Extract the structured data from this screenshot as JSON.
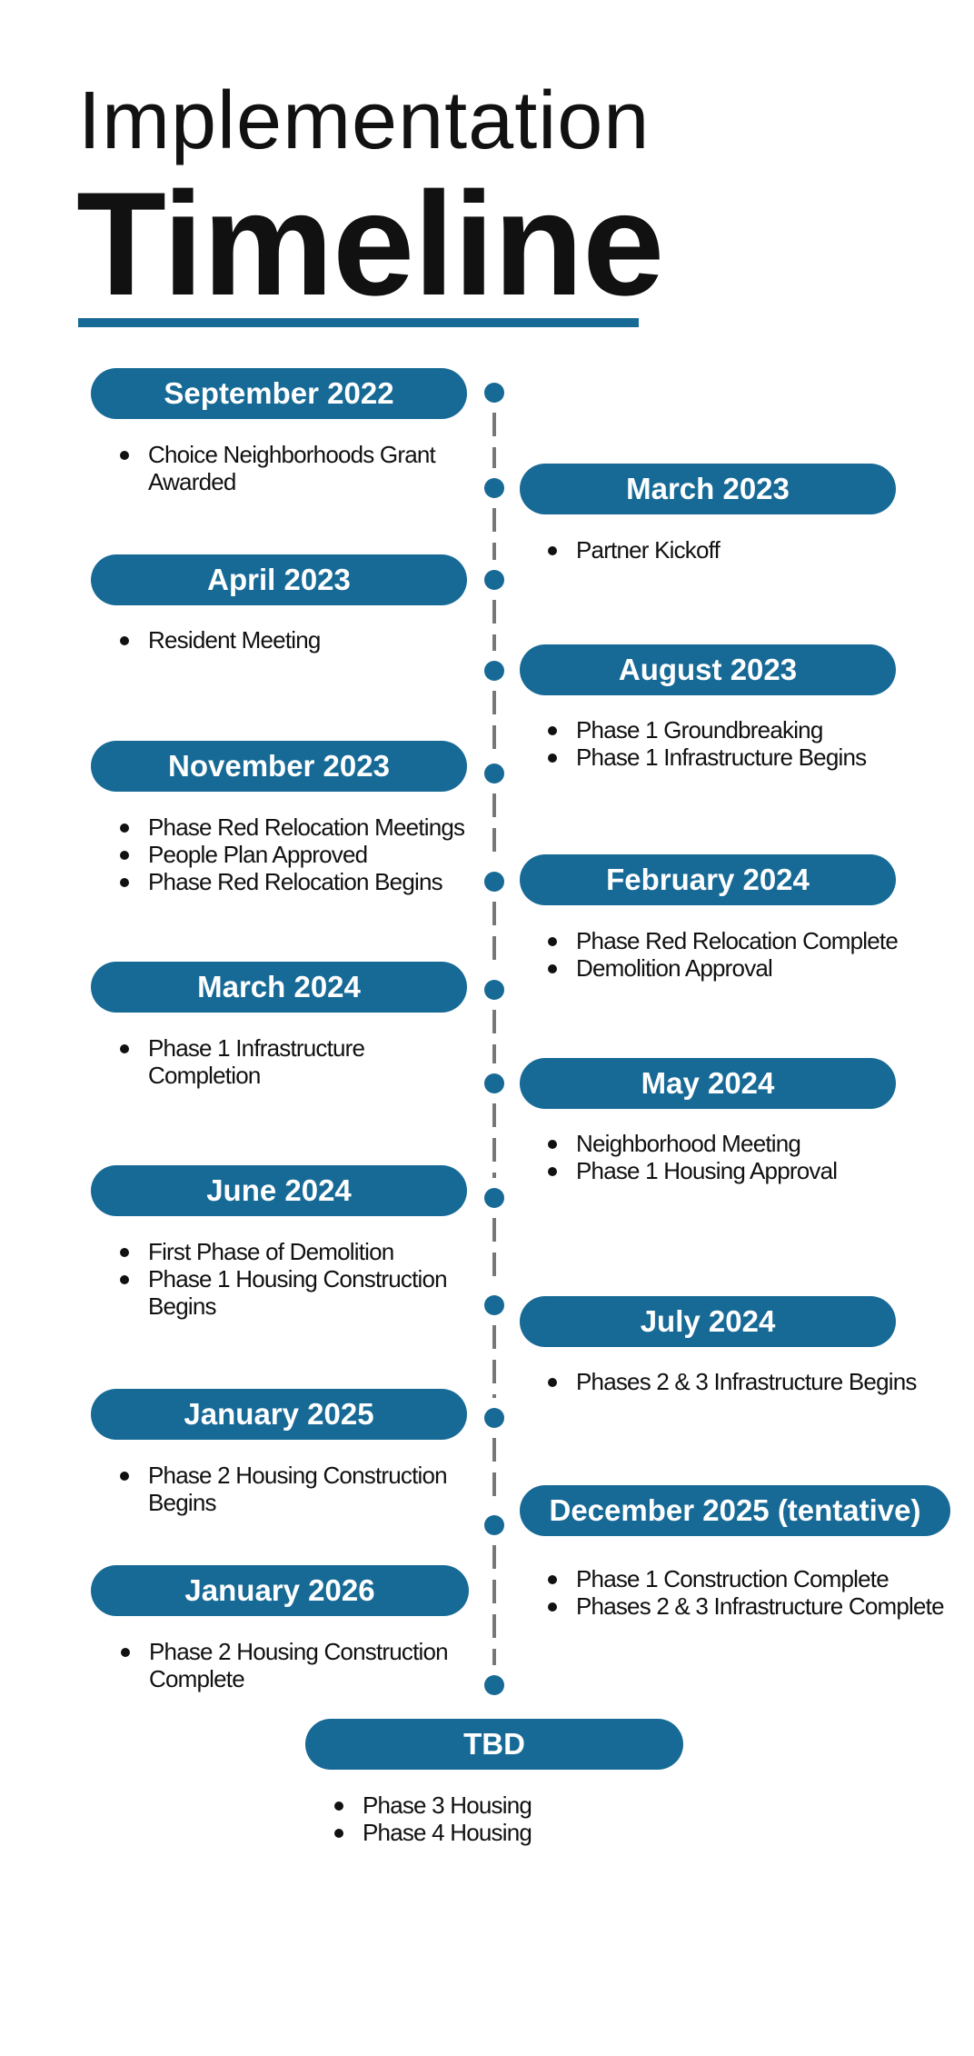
{
  "header": {
    "title_line1": "Implementation",
    "title_line2": "Timeline"
  },
  "colors": {
    "accent": "#176a96",
    "axis": "#777777",
    "text": "#111111"
  },
  "events": [
    {
      "date": "September 2022",
      "side": "left",
      "items": [
        "Choice Neighborhoods Grant Awarded"
      ]
    },
    {
      "date": "March 2023",
      "side": "right",
      "items": [
        "Partner Kickoff"
      ]
    },
    {
      "date": "April 2023",
      "side": "left",
      "items": [
        "Resident Meeting"
      ]
    },
    {
      "date": "August 2023",
      "side": "right",
      "items": [
        "Phase 1 Groundbreaking",
        "Phase 1 Infrastructure Begins"
      ]
    },
    {
      "date": "November 2023",
      "side": "left",
      "items": [
        "Phase Red Relocation Meetings",
        "People Plan Approved",
        "Phase Red Relocation Begins"
      ]
    },
    {
      "date": "February 2024",
      "side": "right",
      "items": [
        "Phase Red Relocation Complete",
        "Demolition Approval"
      ]
    },
    {
      "date": "March 2024",
      "side": "left",
      "items": [
        "Phase 1 Infrastructure Completion"
      ]
    },
    {
      "date": "May 2024",
      "side": "right",
      "items": [
        "Neighborhood Meeting",
        "Phase 1 Housing Approval"
      ]
    },
    {
      "date": "June 2024",
      "side": "left",
      "items": [
        "First Phase of Demolition",
        "Phase 1 Housing Construction Begins"
      ]
    },
    {
      "date": "July 2024",
      "side": "right",
      "items": [
        "Phases 2 & 3 Infrastructure Begins"
      ]
    },
    {
      "date": "January 2025",
      "side": "left",
      "items": [
        "Phase 2 Housing Construction Begins"
      ]
    },
    {
      "date": "December 2025 (tentative)",
      "side": "right",
      "items": [
        "Phase 1 Construction Complete",
        "Phases 2 & 3 Infrastructure Complete"
      ]
    },
    {
      "date": "January 2026",
      "side": "left",
      "items": [
        "Phase 2 Housing Construction Complete"
      ]
    },
    {
      "date": "TBD",
      "side": "center",
      "items": [
        "Phase 3 Housing",
        "Phase 4 Housing"
      ]
    }
  ]
}
